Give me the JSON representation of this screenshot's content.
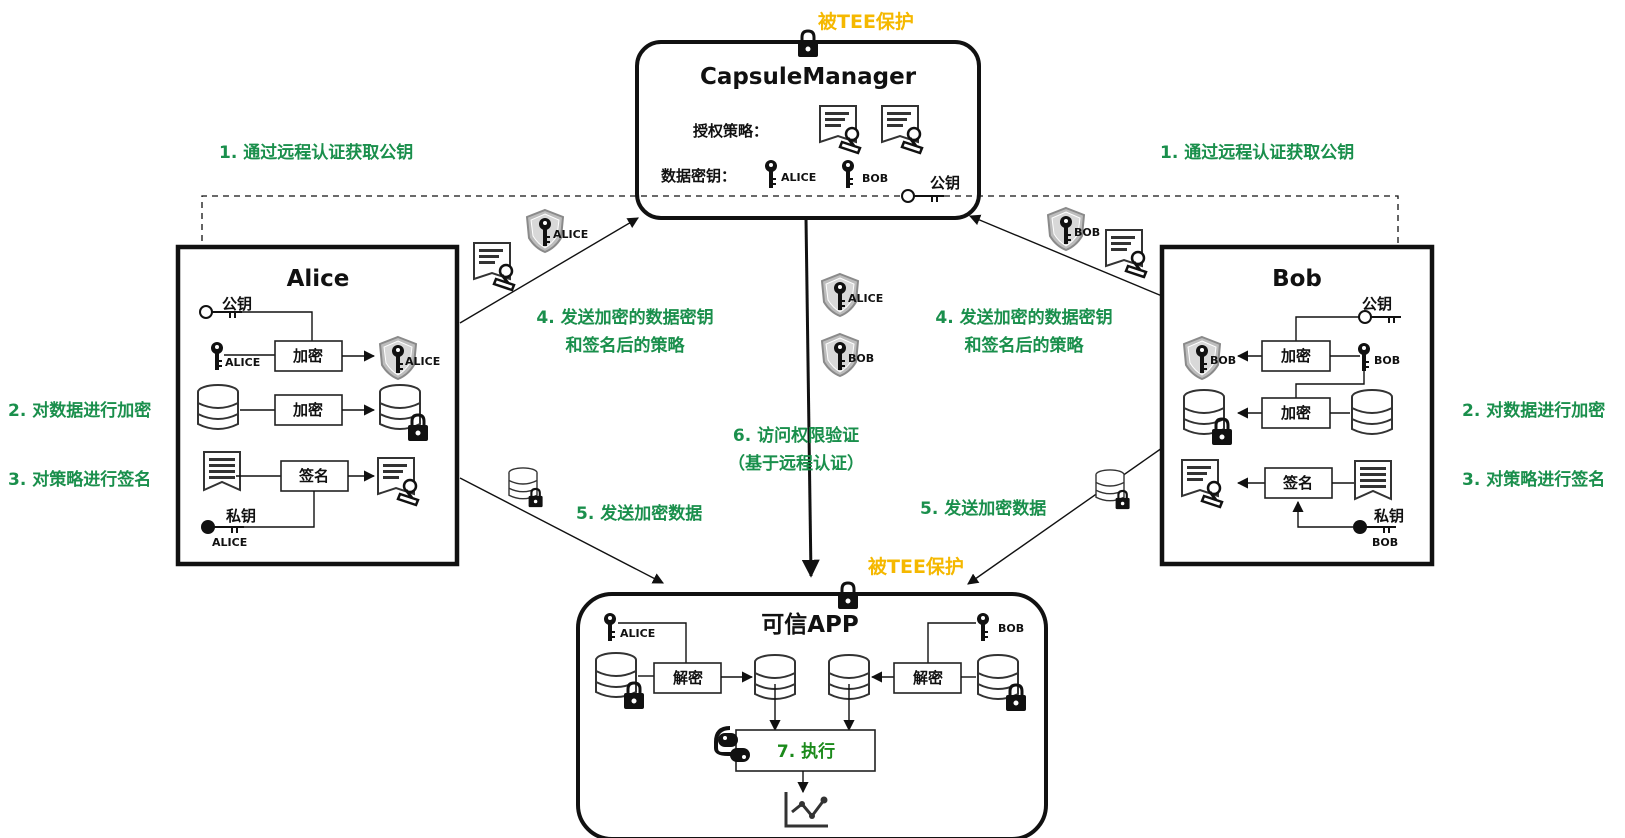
{
  "tee_label": "被TEE保护",
  "capsule_manager": {
    "title": "CapsuleManager",
    "policy_label": "授权策略：",
    "key_label": "数据密钥：",
    "key_alice": "ALICE",
    "key_bob": "BOB",
    "pubkey_label": "公钥"
  },
  "steps": {
    "step1": "1. 通过远程认证获取公钥",
    "step2": "2. 对数据进行加密",
    "step3": "3. 对策略进行签名",
    "step4_line1": "4. 发送加密的数据密钥",
    "step4_line2": "和签名后的策略",
    "step5": "5. 发送加密数据",
    "step6_line1": "6. 访问权限验证",
    "step6_line2": "（基于远程认证）",
    "step7": "7. 执行"
  },
  "alice": {
    "title": "Alice",
    "pubkey": "公钥",
    "privkey": "私钥",
    "owner": "ALICE",
    "encrypt": "加密",
    "sign": "签名"
  },
  "bob": {
    "title": "Bob",
    "pubkey": "公钥",
    "privkey": "私钥",
    "owner": "BOB",
    "encrypt": "加密",
    "sign": "签名"
  },
  "trusted_app": {
    "title": "可信APP",
    "decrypt": "解密",
    "alice": "ALICE",
    "bob": "BOB"
  },
  "colors": {
    "step_text": "#1a8f4c",
    "tee_text": "#f5b800",
    "stroke": "#111111"
  }
}
